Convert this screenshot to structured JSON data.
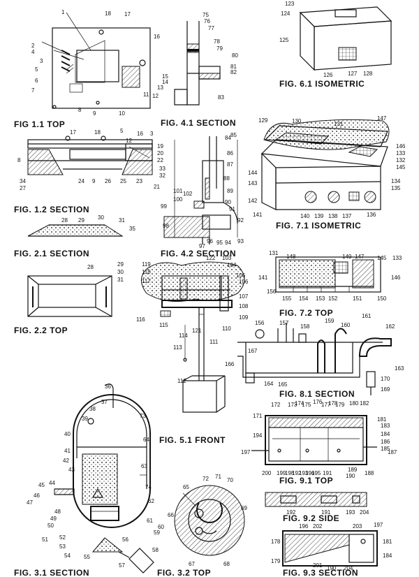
{
  "captions": {
    "fig_1_1": "FIG 1.1   TOP",
    "fig_1_2": "FIG. 1.2   SECTION",
    "fig_2_1": "FIG. 2.1   SECTION",
    "fig_2_2": "FIG. 2.2   TOP",
    "fig_3_1": "FIG. 3.1  SECTION",
    "fig_3_2": "FIG. 3.2   TOP",
    "fig_4_1": "FIG. 4.1  SECTION",
    "fig_4_2": "FIG. 4.2  SECTION",
    "fig_5_1": "FIG. 5.1  FRONT",
    "fig_6_1": "FIG. 6.1  ISOMETRIC",
    "fig_7_1": "FIG. 7.1  ISOMETRIC",
    "fig_7_2": "FIG. 7.2  TOP",
    "fig_8_1": "FIG. 8.1  SECTION",
    "fig_9_1": "FIG. 9.1  TOP",
    "fig_9_2": "FIG. 9.2  SIDE",
    "fig_9_3": "FIG. 9.3  SECTION"
  },
  "callouts": {
    "fig_1_1": [
      "1",
      "18",
      "17",
      "16",
      "2",
      "4",
      "3",
      "5",
      "6",
      "7",
      "8",
      "9",
      "10",
      "11",
      "12",
      "13",
      "14",
      "15"
    ],
    "fig_1_2": [
      "17",
      "18",
      "5",
      "16",
      "3",
      "8",
      "12",
      "19",
      "20",
      "22",
      "33",
      "32",
      "21",
      "34",
      "27",
      "24",
      "9",
      "26",
      "25",
      "23"
    ],
    "fig_2_1": [
      "28",
      "29",
      "30",
      "31",
      "35"
    ],
    "fig_2_2": [
      "28",
      "29",
      "30",
      "31"
    ],
    "fig_3_1": [
      "36",
      "37",
      "38",
      "39",
      "40",
      "41",
      "42",
      "43",
      "44",
      "45",
      "46",
      "47",
      "48",
      "49",
      "50",
      "51",
      "52",
      "53",
      "54",
      "55",
      "56",
      "57",
      "58",
      "59",
      "60",
      "61",
      "62",
      "63",
      "64",
      "73",
      "74"
    ],
    "fig_3_2": [
      "65",
      "66",
      "67",
      "68",
      "69",
      "70",
      "71",
      "72"
    ],
    "fig_4_1": [
      "75",
      "76",
      "77",
      "78",
      "79",
      "80",
      "81",
      "82",
      "83"
    ],
    "fig_4_2": [
      "84",
      "85",
      "86",
      "87",
      "88",
      "89",
      "90",
      "91",
      "92",
      "93",
      "94",
      "95",
      "96",
      "97",
      "98",
      "99",
      "100",
      "101",
      "102"
    ],
    "fig_5_1": [
      "103",
      "104",
      "105",
      "106",
      "107",
      "108",
      "109",
      "110",
      "111",
      "112",
      "113",
      "114",
      "115",
      "116",
      "117",
      "118",
      "119",
      "121",
      "122"
    ],
    "fig_6_1": [
      "123",
      "124",
      "125",
      "126",
      "127",
      "128"
    ],
    "fig_7_1": [
      "129",
      "130",
      "131",
      "132",
      "133",
      "134",
      "135",
      "136",
      "137",
      "138",
      "139",
      "140",
      "141",
      "142",
      "143",
      "144",
      "145",
      "146",
      "147"
    ],
    "fig_7_2": [
      "131",
      "133",
      "141",
      "145",
      "146",
      "147",
      "148",
      "149",
      "150",
      "151",
      "152",
      "153",
      "154",
      "155",
      "156"
    ],
    "fig_8_1": [
      "156",
      "157",
      "158",
      "159",
      "160",
      "161",
      "162",
      "163",
      "164",
      "165",
      "166",
      "167",
      "169",
      "170"
    ],
    "fig_9_1": [
      "171",
      "172",
      "173",
      "174",
      "175",
      "176",
      "177",
      "178",
      "179",
      "180",
      "181",
      "182",
      "183",
      "184",
      "185",
      "186",
      "187",
      "188",
      "189",
      "190",
      "191",
      "192",
      "193",
      "194",
      "195",
      "196",
      "197",
      "198",
      "199",
      "200"
    ],
    "fig_9_2": [
      "191",
      "192",
      "193",
      "204"
    ],
    "fig_9_3": [
      "178",
      "179",
      "181",
      "184",
      "190",
      "196",
      "197",
      "201",
      "202",
      "203",
      "204"
    ]
  }
}
